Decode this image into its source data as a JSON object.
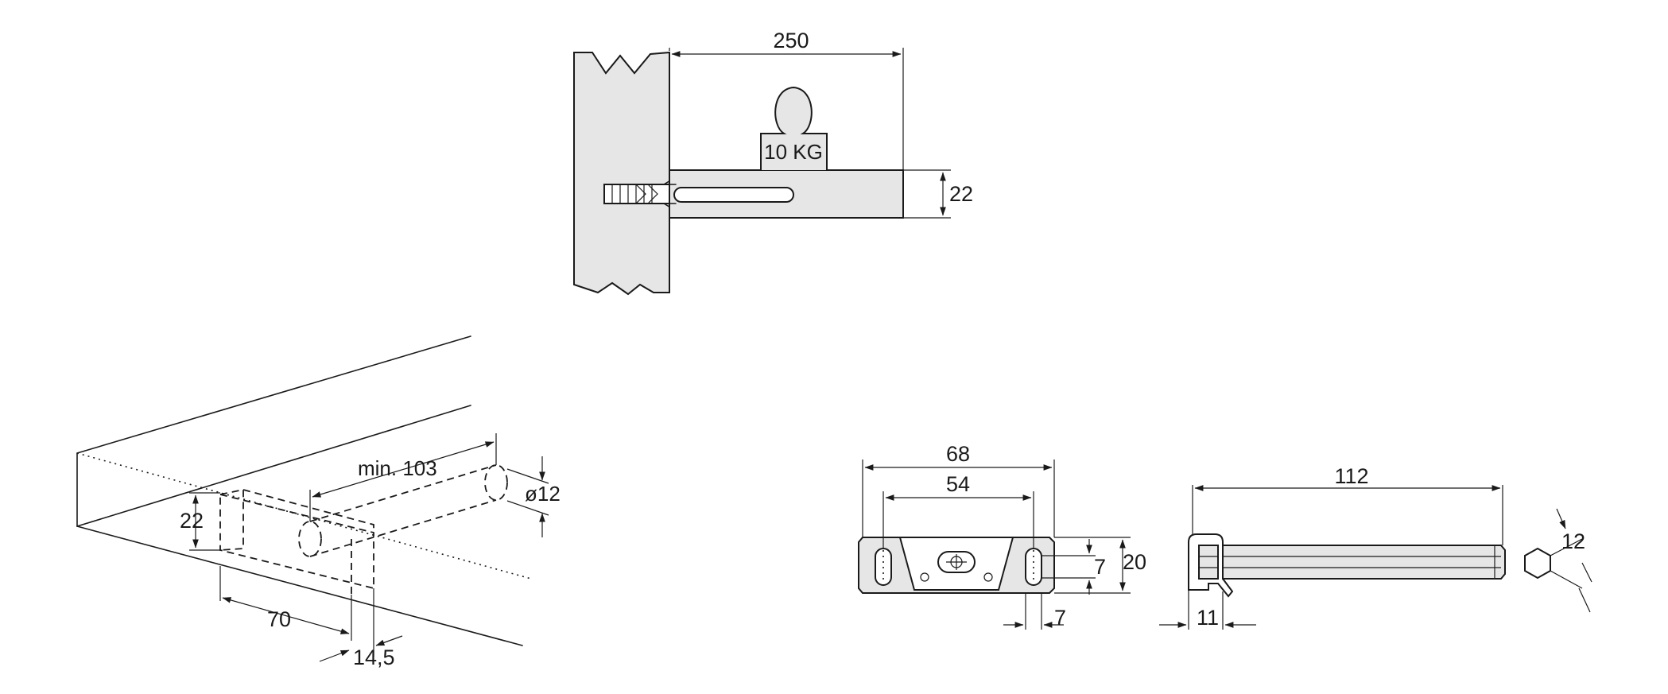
{
  "view_top": {
    "dim_length": "250",
    "dim_height": "22",
    "weight_label": "10 KG"
  },
  "view_iso": {
    "dim_depth": "min. 103",
    "dim_diameter": "ø12",
    "dim_height": "22",
    "dim_offset": "70",
    "dim_edge": "14,5"
  },
  "view_plate": {
    "dim_width": "68",
    "dim_spacing": "54",
    "dim_slot": "7",
    "dim_height": "20",
    "dim_slot_width": "7"
  },
  "view_pin": {
    "dim_length": "112",
    "dim_head": "11",
    "dim_hex": "12"
  }
}
